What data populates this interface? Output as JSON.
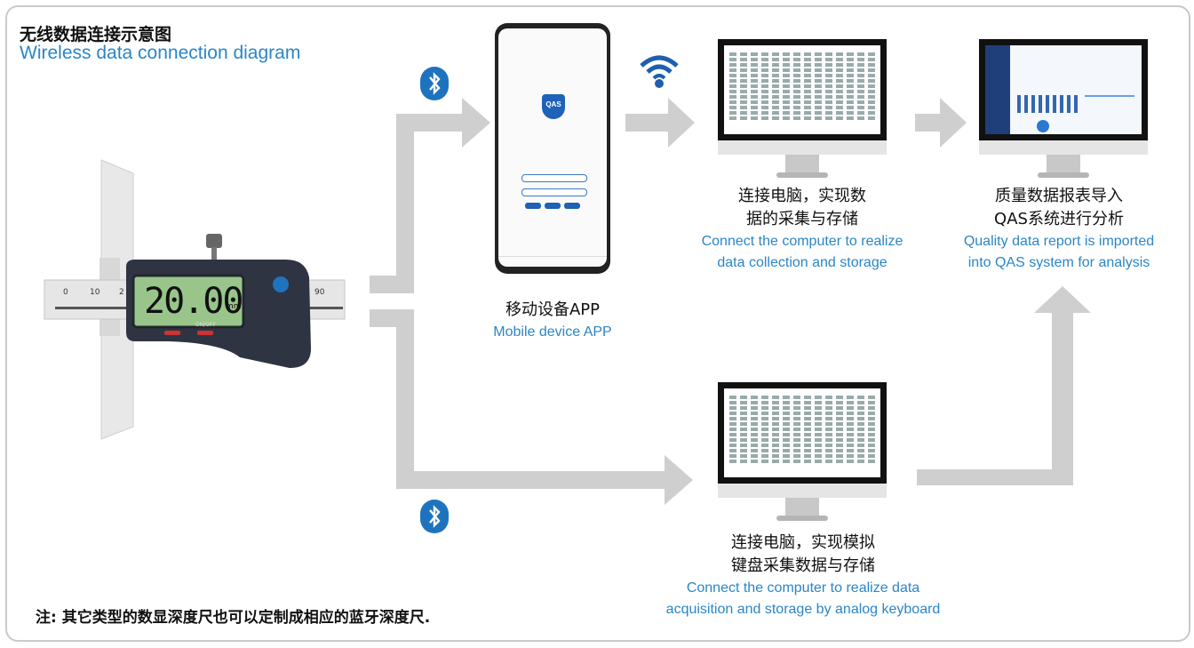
{
  "title": {
    "cn": "无线数据连接示意图",
    "en": "Wireless data connection diagram"
  },
  "phone": {
    "cn": "移动设备APP",
    "en": "Mobile device APP",
    "logo": "QAS"
  },
  "pc_store": {
    "cn1": "连接电脑，实现数",
    "cn2": "据的采集与存储",
    "en1": "Connect the computer to realize",
    "en2": "data collection and storage"
  },
  "qas": {
    "cn1": "质量数据报表导入",
    "cn2": "QAS系统进行分析",
    "en1": "Quality data report is imported",
    "en2": "into QAS system for analysis"
  },
  "pc_keyboard": {
    "cn1": "连接电脑，实现模拟",
    "cn2": "键盘采集数据与存储",
    "en1": "Connect the computer to realize data",
    "en2": "acquisition and storage by analog keyboard"
  },
  "gauge": {
    "reading": "20.00",
    "unit": "mm",
    "ticks": [
      "0",
      "10",
      "2",
      "90"
    ],
    "btn": "ON/OFF"
  },
  "note": "注: 其它类型的数显深度尺也可以定制成相应的蓝牙深度尺.",
  "colors": {
    "accent": "#2b86c5",
    "bluetooth": "#1e73be",
    "arrow": "#cfcfcf"
  },
  "icons": [
    "bluetooth-icon",
    "wifi-icon"
  ]
}
